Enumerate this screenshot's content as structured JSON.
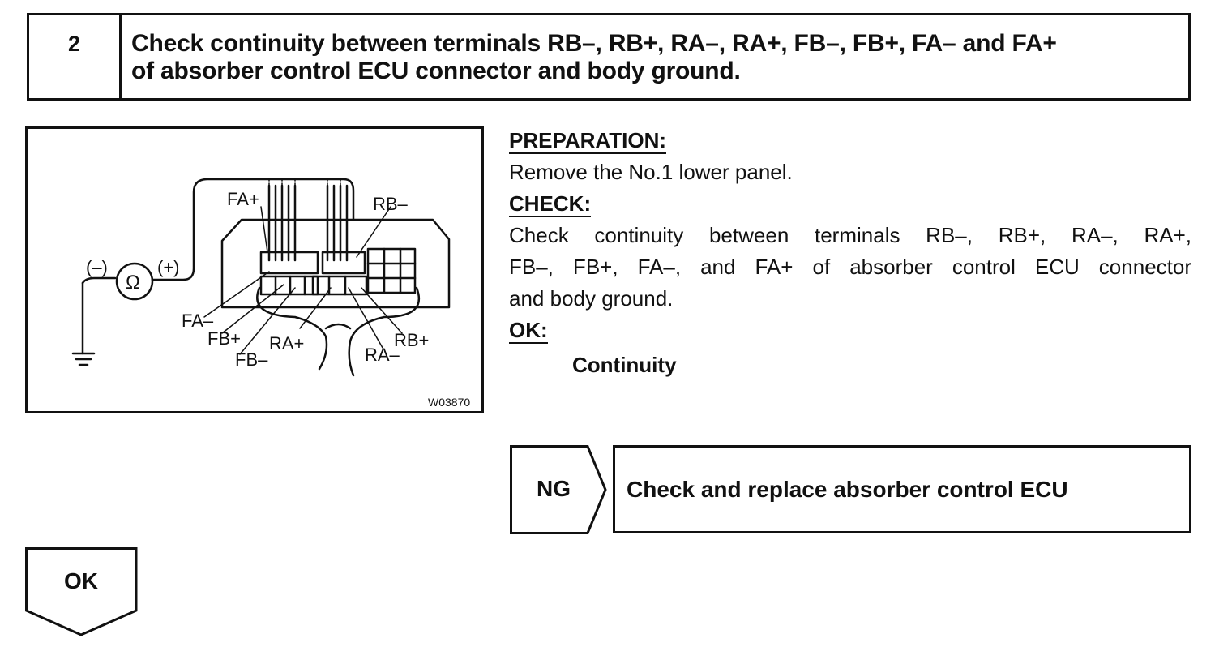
{
  "step": {
    "number": "2",
    "title_line1": "Check continuity between terminals RB–, RB+, RA–, RA+, FB–, FB+, FA– and FA+",
    "title_line2": "of absorber control ECU connector and body ground."
  },
  "figure": {
    "labels": {
      "minus": "(–)",
      "plus": "(+)",
      "ohm": "Ω",
      "fa_plus": "FA+",
      "rb_minus": "RB–",
      "fa_minus": "FA–",
      "fb_plus": "FB+",
      "fb_minus": "FB–",
      "ra_plus": "RA+",
      "ra_minus": "RA–",
      "rb_plus": "RB+"
    },
    "code": "W03870"
  },
  "instructions": {
    "preparation_heading": "PREPARATION:",
    "preparation_text": "Remove the No.1 lower panel.",
    "check_heading": "CHECK:",
    "check_line1": "Check continuity between terminals RB–, RB+, RA–, RA+,",
    "check_line2": "FB–, FB+, FA–, and FA+ of absorber control ECU connector",
    "check_line3": "and body ground.",
    "ok_heading": "OK:",
    "ok_result": "Continuity"
  },
  "flow": {
    "ng_label": "NG",
    "ng_action": "Check and replace absorber control ECU",
    "ok_label": "OK"
  }
}
